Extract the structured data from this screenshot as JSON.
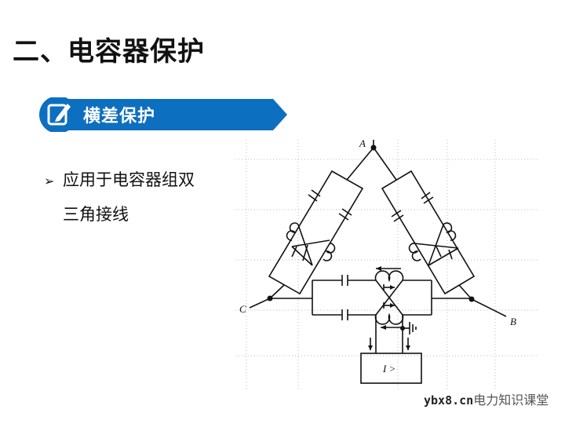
{
  "slide": {
    "title": "二、电容器保护",
    "section": {
      "label": "横差保护",
      "icon": "edit-icon",
      "color": "#0d6fbf"
    },
    "bullets": [
      {
        "marker": "➢",
        "lines": [
          "应用于电容器组双",
          "三角接线"
        ]
      }
    ]
  },
  "diagram": {
    "type": "circuit-schematic",
    "nodes": {
      "A": "A",
      "B": "B",
      "C": "C"
    },
    "relay_label": "I >",
    "components": [
      "capacitor",
      "capacitor",
      "capacitor",
      "capacitor",
      "capacitor",
      "capacitor",
      "current-transformer",
      "current-transformer",
      "current-transformer",
      "overcurrent-relay",
      "ground"
    ]
  },
  "watermark": {
    "domain": "ybx8.cn",
    "brand": "电力知识课堂"
  }
}
